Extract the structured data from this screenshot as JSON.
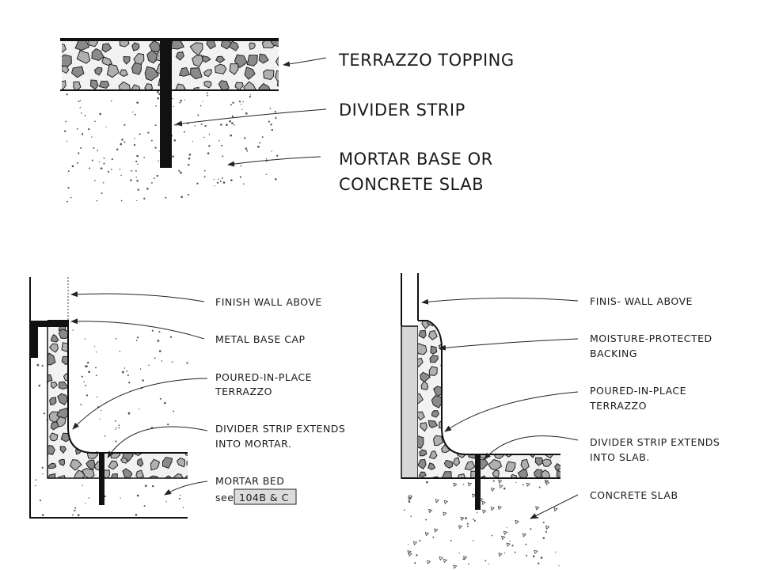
{
  "top_detail": {
    "labels": {
      "topping": "TERRAZZO TOPPING",
      "divider": "DIVIDER STRIP",
      "base_line1": "MORTAR BASE OR",
      "base_line2": "CONCRETE SLAB"
    }
  },
  "left_detail": {
    "labels": {
      "wall": "FINISH WALL ABOVE",
      "cap": "METAL BASE CAP",
      "terrazzo_line1": "POURED-IN-PLACE",
      "terrazzo_line2": "TERRAZZO",
      "divider_line1": "DIVIDER STRIP EXTENDS",
      "divider_line2": "INTO MORTAR.",
      "bed": "MORTAR BED",
      "see": "see",
      "reference": "104B & C"
    }
  },
  "right_detail": {
    "labels": {
      "wall": "FINIS- WALL ABOVE",
      "backing_line1": "MOISTURE-PROTECTED",
      "backing_line2": "BACKING",
      "terrazzo_line1": "POURED-IN-PLACE",
      "terrazzo_line2": "TERRAZZO",
      "divider_line1": "DIVIDER STRIP EXTENDS",
      "divider_line2": "INTO SLAB.",
      "slab": "CONCRETE SLAB"
    }
  },
  "colors": {
    "ink": "#1a1a1a",
    "stone": "#8a8a8a",
    "stone_matrix": "#f4f4f4",
    "backing": "#d6d6d6"
  }
}
